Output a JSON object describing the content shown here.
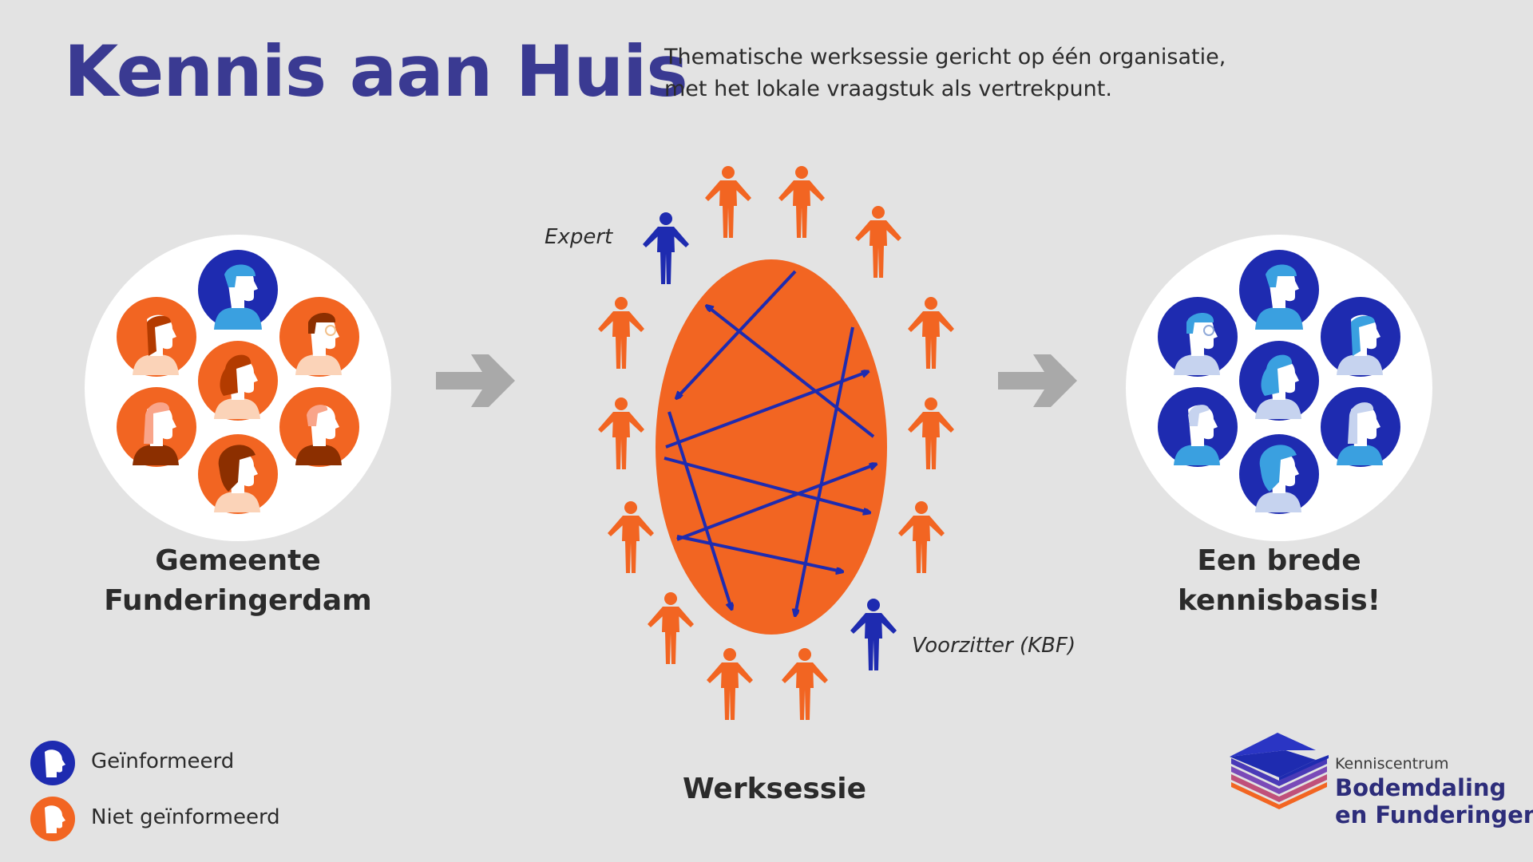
{
  "header": {
    "title": "Kennis aan Huis",
    "subtitle_line1": "Thematische werksessie gericht op één organisatie,",
    "subtitle_line2": "met het lokale vraagstuk als vertrekpunt."
  },
  "left_group": {
    "label_line1": "Gemeente",
    "label_line2": "Funderingerdam",
    "status": "Niet geïnformeerd"
  },
  "center": {
    "label": "Werksessie",
    "expert_label": "Expert",
    "chair_label": "Voorzitter (KBF)"
  },
  "right_group": {
    "label_line1": "Een brede",
    "label_line2": "kennisbasis!",
    "status": "Geïnformeerd"
  },
  "legend": {
    "informed": "Geïnformeerd",
    "not_informed": "Niet geïnformeerd"
  },
  "logo": {
    "line1": "Kenniscentrum",
    "line2": "Bodemdaling",
    "line3": "en Funderingen"
  },
  "colors": {
    "background": "#e3e3e3",
    "orange": "#f26522",
    "blue": "#1e2bb0",
    "title": "#3a3a92",
    "arrow_gray": "#a9a9a9"
  },
  "icons": {
    "flow_arrow": "right-arrow-icon",
    "person": "person-icon",
    "head": "head-profile-icon"
  }
}
